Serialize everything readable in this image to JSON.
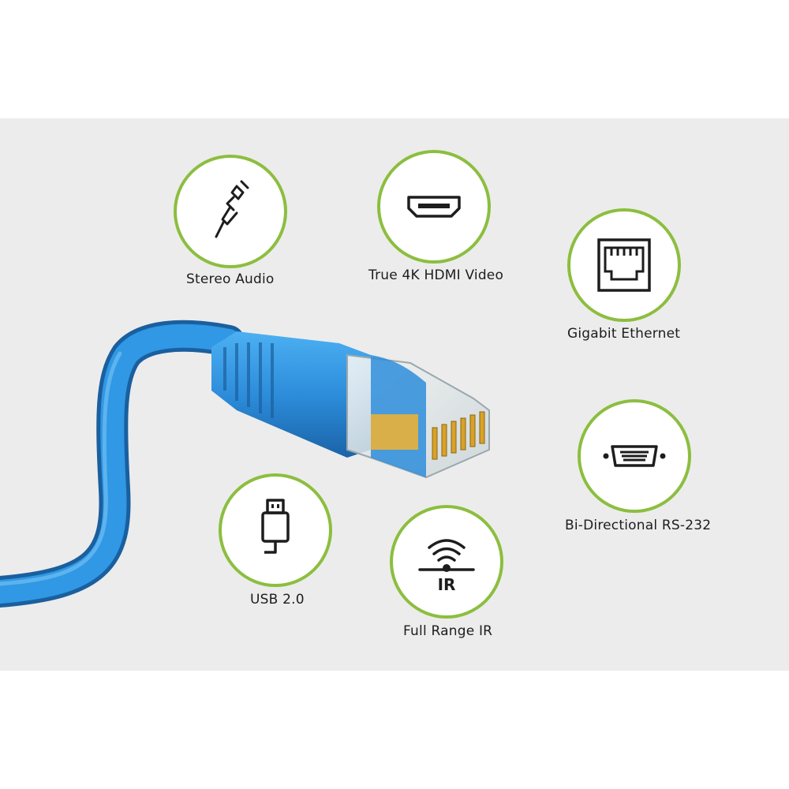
{
  "features": [
    {
      "key": "stereo_audio",
      "label": "Stereo Audio",
      "icon": "audio-jack-icon"
    },
    {
      "key": "hdmi",
      "label": "True 4K HDMI Video",
      "icon": "hdmi-port-icon"
    },
    {
      "key": "ethernet",
      "label": "Gigabit Ethernet",
      "icon": "ethernet-port-icon"
    },
    {
      "key": "rs232",
      "label": "Bi-Directional RS-232",
      "icon": "serial-port-icon"
    },
    {
      "key": "usb",
      "label": "USB 2.0",
      "icon": "usb-plug-icon"
    },
    {
      "key": "ir",
      "label": "Full Range IR",
      "icon": "ir-signal-icon",
      "icon_text": "IR"
    }
  ],
  "colors": {
    "background_panel": "#ececec",
    "circle_border": "#8cbe3f",
    "cable_blue": "#2f8fd8",
    "icon_stroke": "#1d1d1d"
  }
}
